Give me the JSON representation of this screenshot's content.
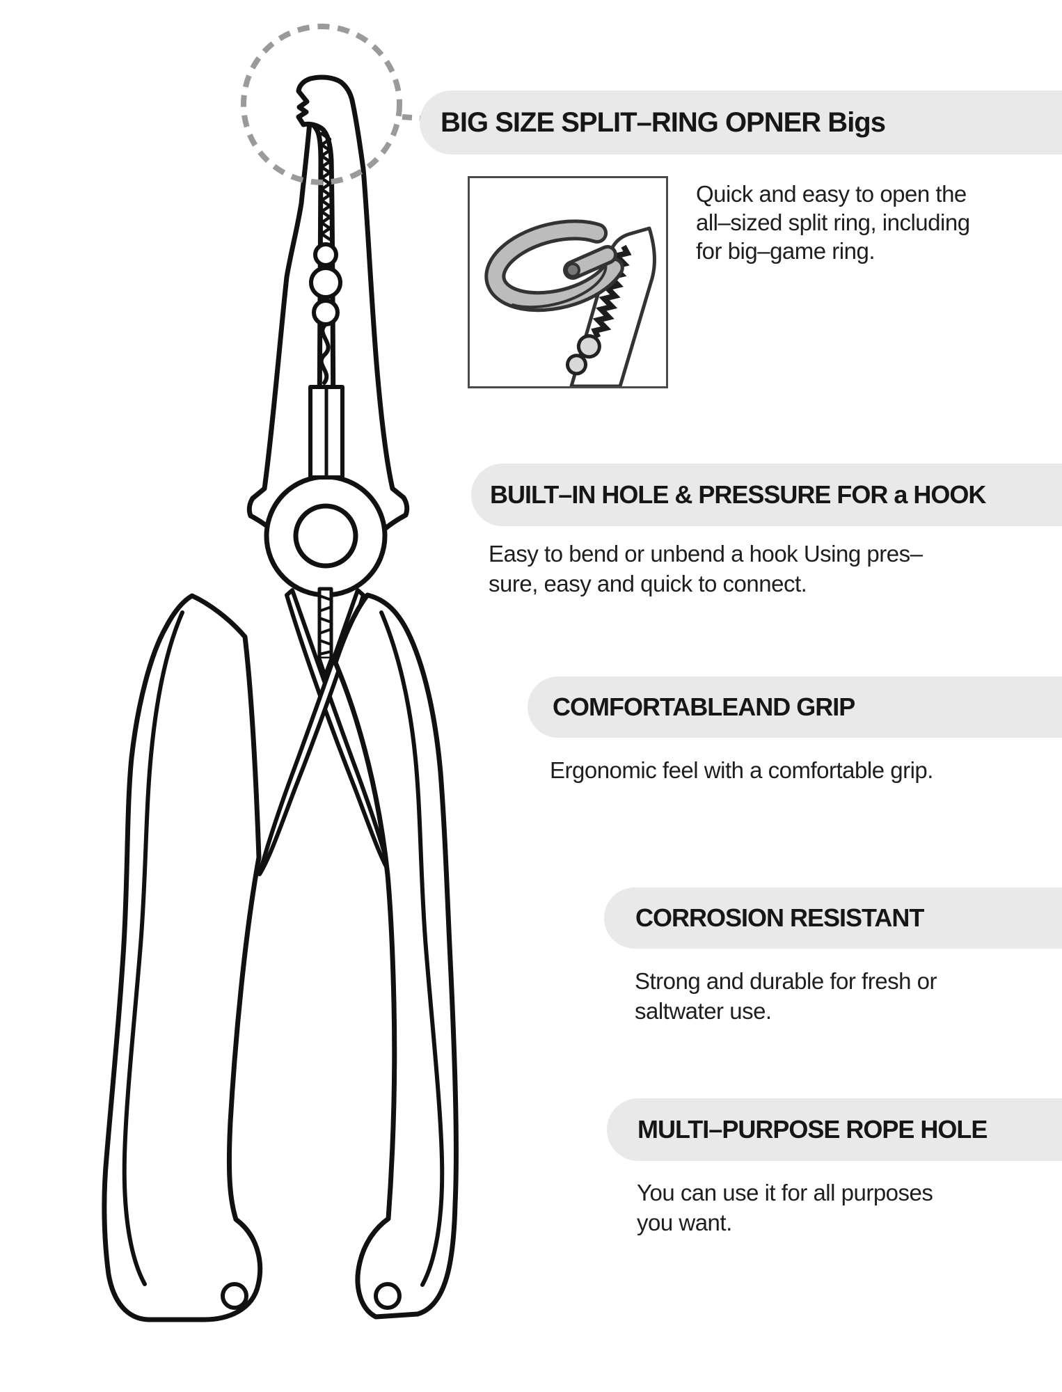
{
  "page": {
    "background": "#ffffff",
    "kind": "product-feature-diagram",
    "product": "fishing split-ring pliers"
  },
  "colors": {
    "pill_bg": "#e9e9e9",
    "heading_text": "#161616",
    "body_text": "#1e1e1e",
    "line_art": "#111111",
    "dashed_gray": "#9a9a9a",
    "ring_gray": "#bcbcbc",
    "inset_border": "#4a4a4a"
  },
  "features": [
    {
      "id": "split-ring-opener",
      "title": "BIG SIZE SPLIT–RING OPNER Bigs",
      "description_lines": [
        "Quick and easy to open the",
        "all–sized split ring, including",
        "for big–game ring."
      ]
    },
    {
      "id": "hook-hole-pressure",
      "title": "BUILT–IN HOLE & PRESSURE FOR a HOOK",
      "description_lines": [
        "Easy to bend or unbend a hook Using pres–",
        "sure, easy and quick to connect."
      ]
    },
    {
      "id": "comfortable-grip",
      "title": "COMFORTABLEAND GRIP",
      "description_lines": [
        "Ergonomic feel with a comfortable grip."
      ]
    },
    {
      "id": "corrosion-resistant",
      "title": "CORROSION RESISTANT",
      "description_lines": [
        "Strong and durable for fresh or",
        "saltwater use."
      ]
    },
    {
      "id": "rope-hole",
      "title": "MULTI–PURPOSE ROPE HOLE",
      "description_lines": [
        "You can use it for all purposes",
        "you want."
      ]
    }
  ],
  "illustration": {
    "main": "needle-nose fishing pliers line drawing",
    "callout": "dashed circle around split-ring opener tip",
    "inset": "split ring being opened by plier tip"
  }
}
